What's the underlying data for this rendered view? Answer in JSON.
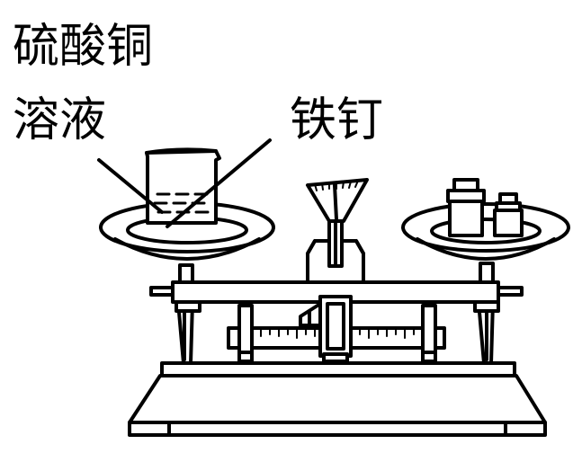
{
  "labels": {
    "solution_line1": "硫酸铜",
    "solution_line2": "溶液",
    "nail": "铁钉"
  },
  "colors": {
    "ink": "#000000",
    "paper": "#ffffff"
  }
}
